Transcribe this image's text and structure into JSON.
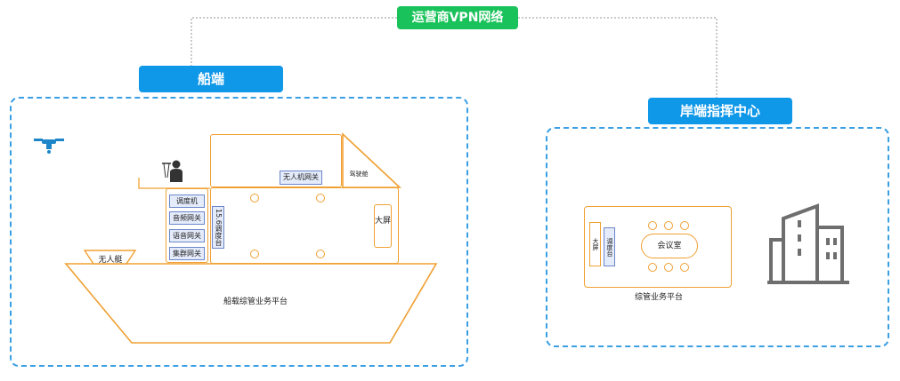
{
  "network": {
    "label": "运营商VPN网络"
  },
  "ship": {
    "title": "船端",
    "drone_boat": "无人艇",
    "platform": "船载综管业务平台",
    "gateways": [
      "调度机",
      "音频网关",
      "语音网关",
      "集群网关"
    ],
    "dispatch_console": "15.6调度台",
    "drone_gateway": "无人机网关",
    "bridge_room": "驾驶舱",
    "big_screen": "大屏"
  },
  "shore": {
    "title": "岸端指挥中心",
    "platform": "综管业务平台",
    "meeting_room": "会议室",
    "big_screen": "大屏",
    "dispatch_console": "调度台"
  },
  "colors": {
    "green": "#19c25a",
    "blue": "#0f97e8",
    "orange": "#f0a033",
    "dash": "#3b9fe3"
  }
}
